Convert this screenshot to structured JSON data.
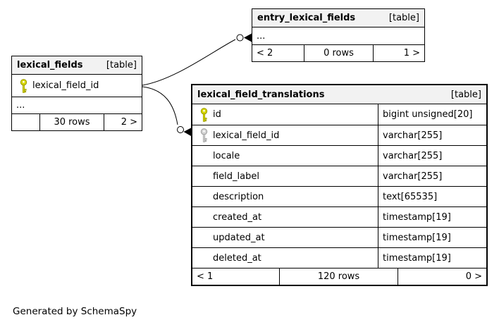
{
  "diagram": {
    "credit": "Generated by SchemaSpy",
    "colors": {
      "primary_key_icon": "#d6d600",
      "foreign_key_icon": "#cccccc",
      "table_header_bg": "#f2f2f2",
      "border": "#000000"
    },
    "tables": {
      "entry": {
        "title": "entry_lexical_fields",
        "tag": "[table]",
        "ellipsis": "...",
        "footer": {
          "prev": "< 2",
          "rows": "0 rows",
          "next": "1 >"
        }
      },
      "lexical": {
        "title": "lexical_fields",
        "tag": "[table]",
        "columns": [
          {
            "name": "lexical_field_id",
            "key": "primary"
          }
        ],
        "ellipsis": "...",
        "footer": {
          "prev": "",
          "rows": "30 rows",
          "next": "2 >"
        }
      },
      "trans": {
        "title": "lexical_field_translations",
        "tag": "[table]",
        "columns": [
          {
            "name": "id",
            "type": "bigint unsigned[20]",
            "key": "primary"
          },
          {
            "name": "lexical_field_id",
            "type": "varchar[255]",
            "key": "foreign"
          },
          {
            "name": "locale",
            "type": "varchar[255]",
            "key": null
          },
          {
            "name": "field_label",
            "type": "varchar[255]",
            "key": null
          },
          {
            "name": "description",
            "type": "text[65535]",
            "key": null
          },
          {
            "name": "created_at",
            "type": "timestamp[19]",
            "key": null
          },
          {
            "name": "updated_at",
            "type": "timestamp[19]",
            "key": null
          },
          {
            "name": "deleted_at",
            "type": "timestamp[19]",
            "key": null
          }
        ],
        "footer": {
          "prev": "< 1",
          "rows": "120 rows",
          "next": "0 >"
        }
      }
    },
    "relationships": [
      {
        "from": "lexical_fields.lexical_field_id",
        "to": "entry_lexical_fields"
      },
      {
        "from": "lexical_fields.lexical_field_id",
        "to": "lexical_field_translations.lexical_field_id"
      }
    ]
  }
}
